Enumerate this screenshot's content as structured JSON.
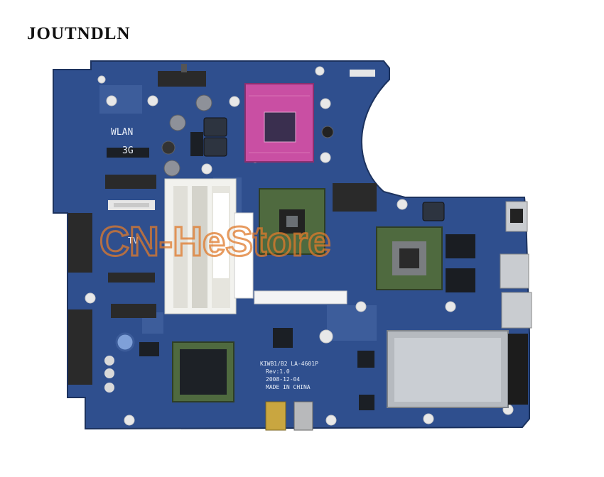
{
  "brand": {
    "name": "JOUTNDLN"
  },
  "board": {
    "silkscreen": {
      "wlan": "WLAN",
      "wwan": "3G",
      "tv": "TV",
      "model": "KIWB1/B2 LA-4601P",
      "rev": "Rev:1.0",
      "date": "2008-12-04",
      "origin": "MADE IN CHINA"
    },
    "watermark": "CN-HeStore",
    "colors": {
      "pcb": "#2f4f8e",
      "pcb_dark": "#1f3a70",
      "socket": "#c94fa3",
      "chip": "#4a5a3a",
      "heatsink": "#9aa0a6"
    }
  }
}
